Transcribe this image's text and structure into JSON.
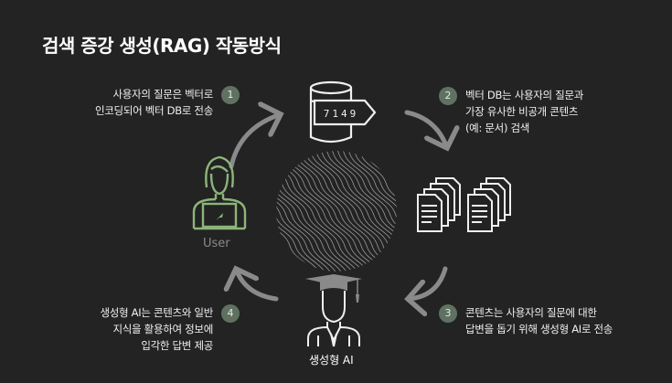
{
  "title": "검색 증강 생성(RAG) 작동방식",
  "steps": [
    {
      "number": "1",
      "lines": [
        "사용자의 질문은 벡터로",
        "인코딩되어 벡터 DB로 전송"
      ]
    },
    {
      "number": "2",
      "lines": [
        "벡터 DB는 사용자의 질문과",
        "가장 유사한 비공개 콘텐츠",
        "(예: 문서) 검색"
      ]
    },
    {
      "number": "3",
      "lines": [
        "콘텐츠는 사용자의 질문에 대한",
        "답변을 돕기 위해 생성형 AI로 전송"
      ]
    },
    {
      "number": "4",
      "lines": [
        "생성형 AI는 콘텐츠와 일반",
        "지식을 활용하여 정보에",
        "입각한 답변 제공"
      ]
    }
  ],
  "icons": {
    "database": {
      "name": "vector-database-icon",
      "vector_code": "7149"
    },
    "user": {
      "name": "user-laptop-icon",
      "label": "User"
    },
    "documents": {
      "name": "documents-icon"
    },
    "ai": {
      "name": "graduate-ai-icon",
      "label": "생성형 AI"
    }
  },
  "colors": {
    "background": "#232323",
    "user_green": "#8db47a",
    "badge": "#5f7261",
    "arrow": "#8a8a8a"
  }
}
